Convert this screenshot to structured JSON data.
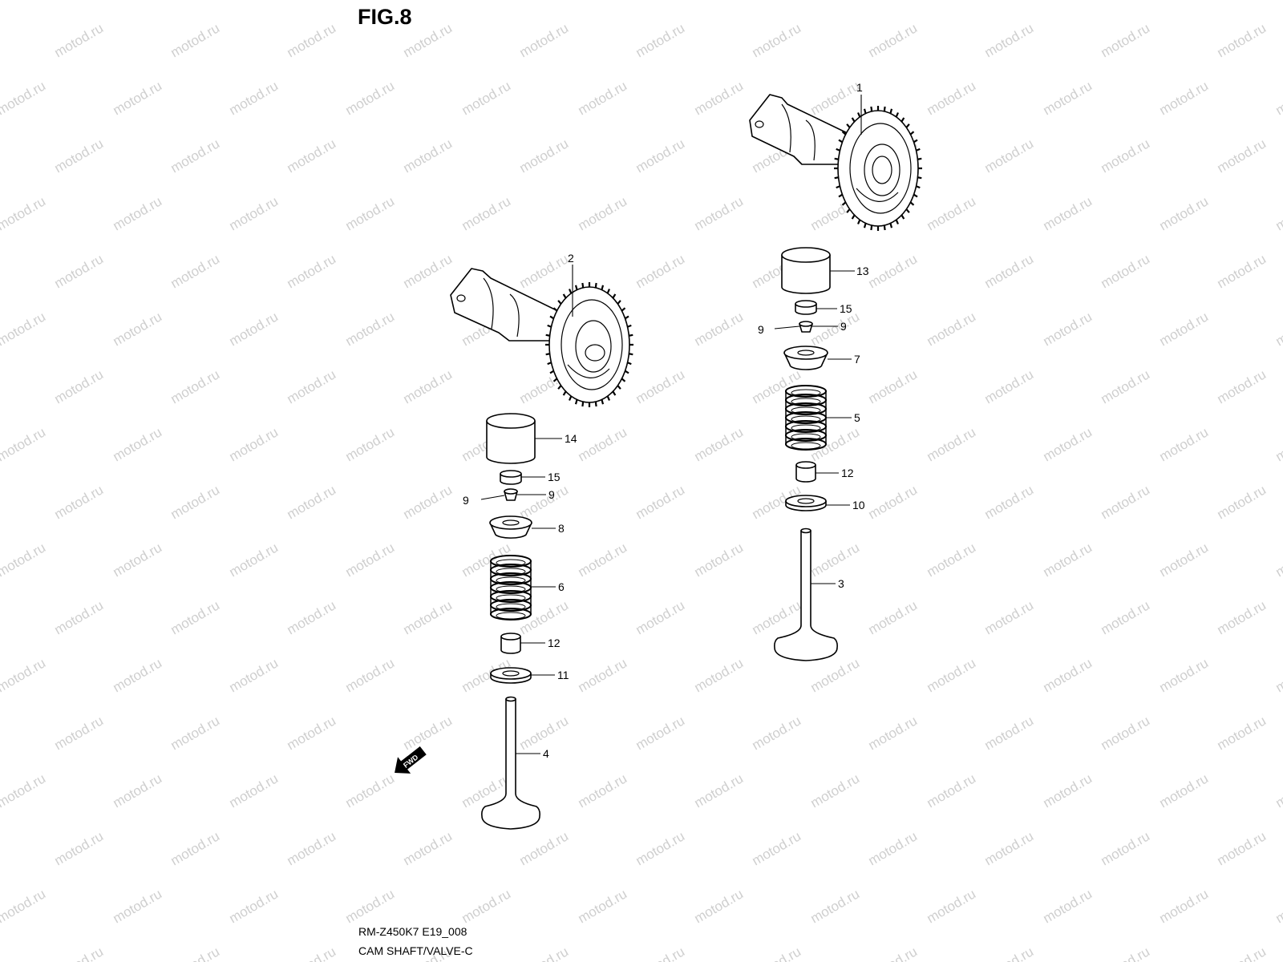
{
  "figure": {
    "title": "FIG.8",
    "model_code": "RM-Z450K7 E19_008",
    "caption": "CAM SHAFT/VALVE-C"
  },
  "watermark": "motod.ru",
  "fwd_label": "FWD",
  "callouts": {
    "c1": "1",
    "c2": "2",
    "c3": "3",
    "c4": "4",
    "c5": "5",
    "c6": "6",
    "c7": "7",
    "c8": "8",
    "c9a": "9",
    "c9b": "9",
    "c9c": "9",
    "c9d": "9",
    "c10": "10",
    "c11": "11",
    "c12a": "12",
    "c12b": "12",
    "c13": "13",
    "c14": "14",
    "c15a": "15",
    "c15b": "15"
  }
}
